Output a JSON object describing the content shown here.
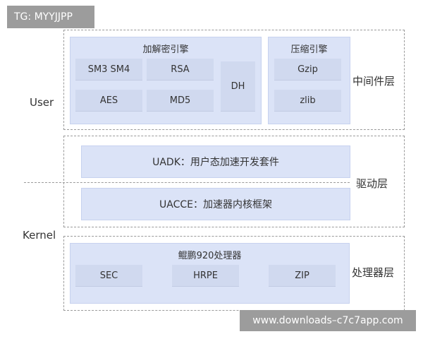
{
  "watermarks": {
    "top": "TG: MYYJJPP",
    "bottom": "www.downloads–c7c7app.com"
  },
  "labels": {
    "user": "User",
    "kernel": "Kernel"
  },
  "layers": {
    "middleware": "中间件层",
    "driver": "驱动层",
    "processor": "处理器层"
  },
  "crypto": {
    "title": "加解密引擎",
    "items": [
      "SM3 SM4",
      "RSA",
      "AES",
      "MD5",
      "DH"
    ]
  },
  "compression": {
    "title": "压缩引擎",
    "items": [
      "Gzip",
      "zlib"
    ]
  },
  "driver_bars": {
    "uadk": "UADK：用户态加速开发套件",
    "uacce": "UACCE：加速器内核框架"
  },
  "processor": {
    "title": "鲲鹏920处理器",
    "items": [
      "SEC",
      "HRPE",
      "ZIP"
    ]
  }
}
